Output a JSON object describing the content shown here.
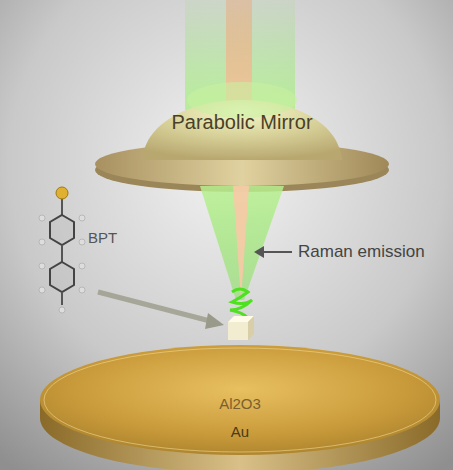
{
  "diagram": {
    "labels": [
      "Parabolic Mirror",
      "Raman emission",
      "BPT",
      "Al2O3",
      "Au"
    ]
  }
}
